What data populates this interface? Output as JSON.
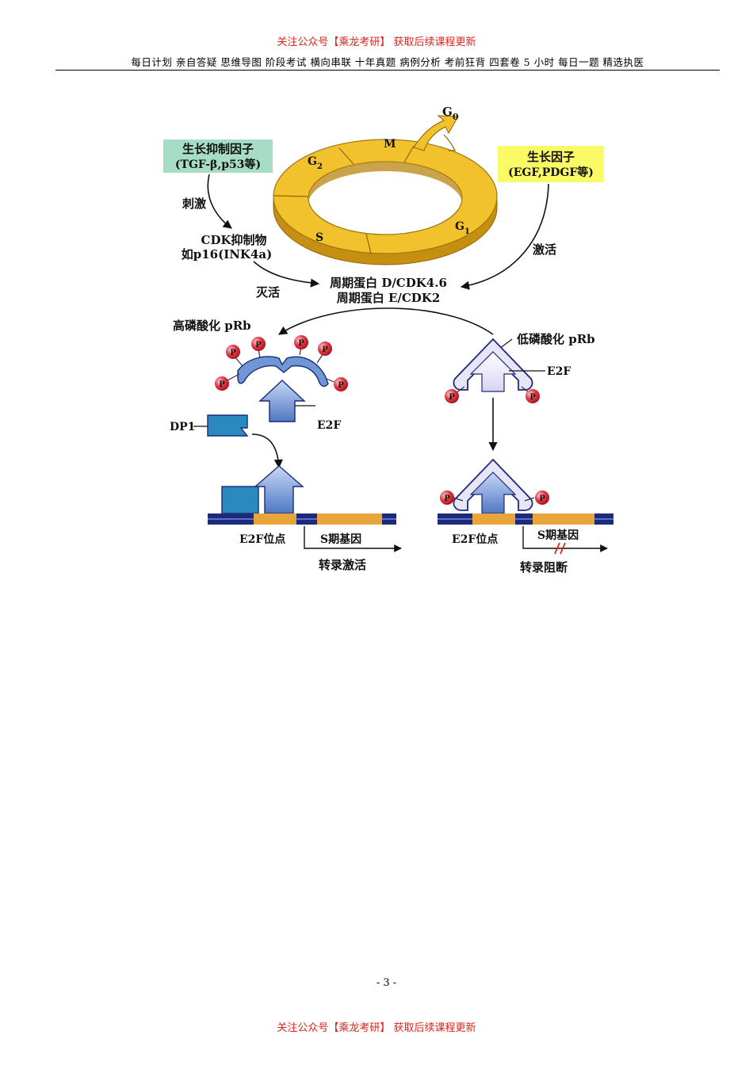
{
  "header": {
    "promo": "关注公众号【乘龙考研】 获取后续课程更新",
    "services": "每日计划 亲自答疑 思维导图 阶段考试 横向串联 十年真题 病例分析 考前狂背 四套卷 5 小时 每日一题 精选执医"
  },
  "diagram": {
    "phases": {
      "g0": "G",
      "g0_sub": "0",
      "m": "M",
      "g2": "G",
      "g2_sub": "2",
      "s": "S",
      "g1": "G",
      "g1_sub": "1"
    },
    "inhibitor_box": {
      "line1": "生长抑制因子",
      "line2": "(TGF-β,p53等)"
    },
    "growth_box": {
      "line1": "生长因子",
      "line2": "(EGF,PDGF等)"
    },
    "stimulate": "刺激",
    "activate": "激活",
    "cdk_inhibitor": {
      "line1": "CDK抑制物",
      "line2": "如p16(INK4a)"
    },
    "inactivate": "灭活",
    "cyclin": {
      "line1": "周期蛋白 D/CDK4.6",
      "line2": "周期蛋白 E/CDK2"
    },
    "left": {
      "title": "高磷酸化 pRb",
      "e2f": "E2F",
      "dp1": "DP1",
      "site": "E2F位点",
      "gene": "S期基因",
      "result": "转录激活"
    },
    "right": {
      "title": "低磷酸化 pRb",
      "e2f": "E2F",
      "site": "E2F位点",
      "gene": "S期基因",
      "result": "转录阻断"
    },
    "phospho": "P",
    "colors": {
      "ring": "#f2c22c",
      "inhibitor_box": "#a7dcc6",
      "growth_box": "#fafa66",
      "protein_blue": "#6f97d6",
      "phospho_red": "#e02a3a",
      "dna_navy": "#1d2a7a"
    }
  },
  "footer": {
    "page": "- 3 -",
    "promo": "关注公众号【乘龙考研】 获取后续课程更新"
  }
}
